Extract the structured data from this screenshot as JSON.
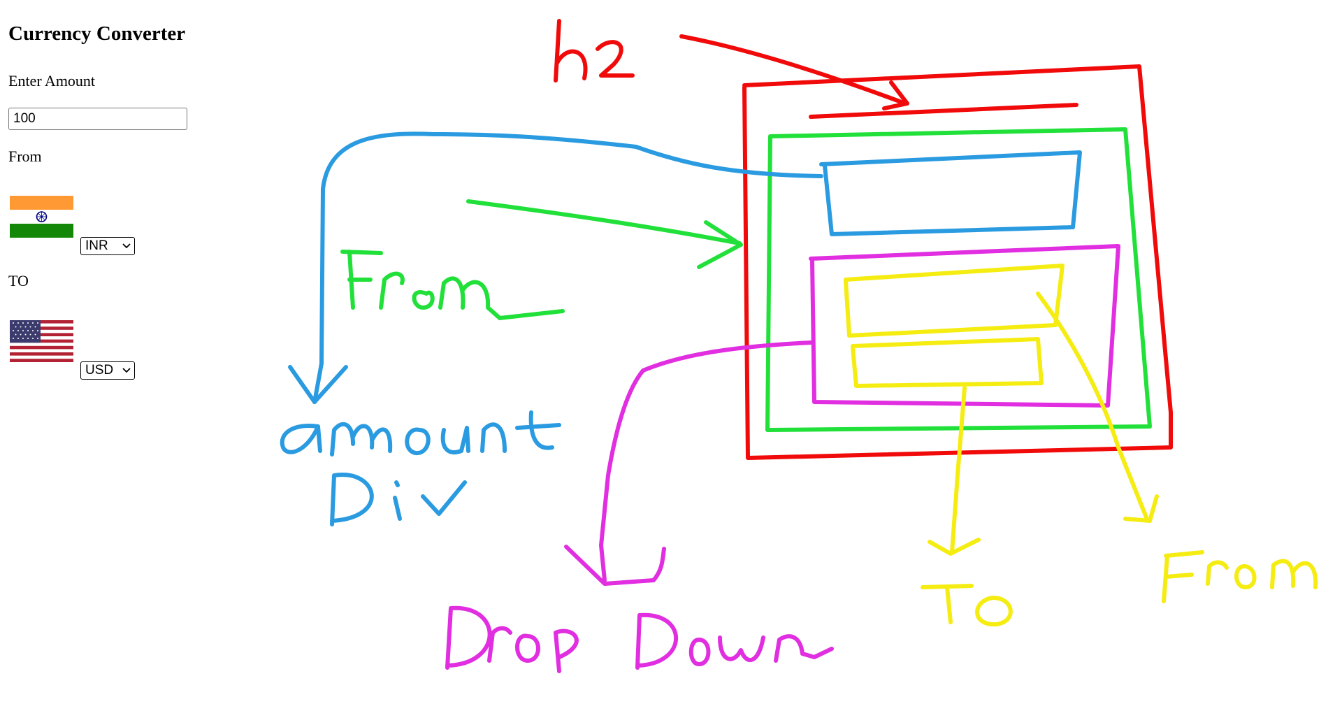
{
  "app": {
    "title": "Currency Converter",
    "amount_label": "Enter Amount",
    "amount_value": "100",
    "from_label": "From",
    "to_label": "TO",
    "from_currency": "INR",
    "to_currency": "USD",
    "from_flag": "india-flag-icon",
    "to_flag": "usa-flag-icon"
  },
  "annotations": {
    "h2": "h2",
    "from_left": "From",
    "amount_div_line1": "amount",
    "amount_div_line2": "Div",
    "dropdown": "DropDown",
    "to": "TO",
    "from_right": "From"
  },
  "colors": {
    "red": "#f00a0a",
    "blue": "#2a9be0",
    "green": "#22e03a",
    "magenta": "#e02ee0",
    "yellow": "#f5ec12"
  }
}
